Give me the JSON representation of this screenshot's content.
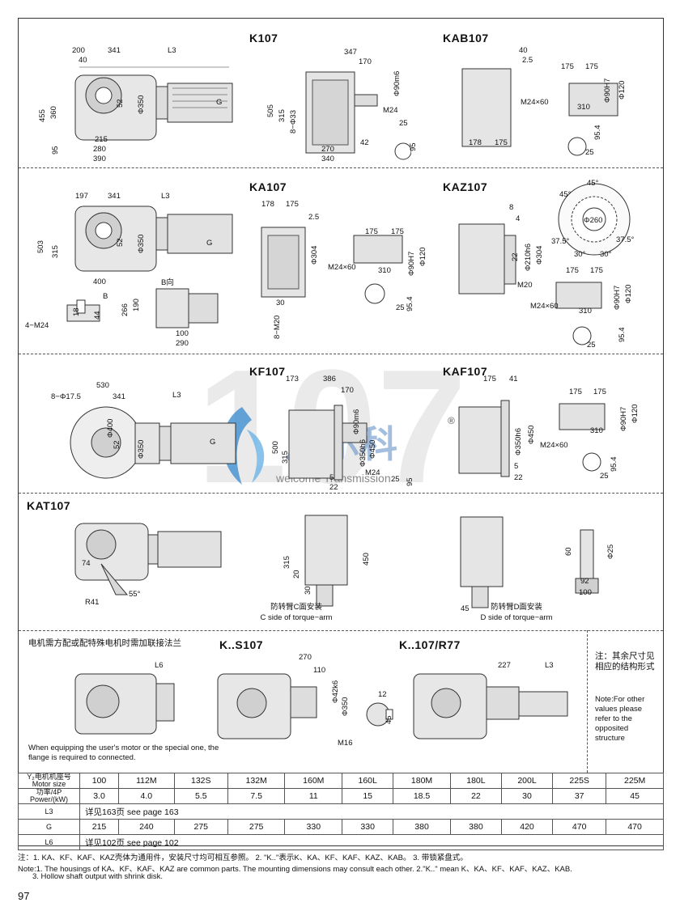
{
  "sections": {
    "k107": {
      "title": "K107",
      "dims": [
        "200",
        "341",
        "L3",
        "40",
        "455",
        "360",
        "52",
        "Φ350",
        "G",
        "95",
        "215",
        "280",
        "390"
      ]
    },
    "kab107": {
      "title": "KAB107",
      "dims": [
        "347",
        "170",
        "Φ90m6",
        "505",
        "315",
        "8−Φ33",
        "M24",
        "25",
        "95",
        "270",
        "42",
        "340",
        "40",
        "2.5",
        "175",
        "175",
        "Φ90H7",
        "Φ120",
        "M24×60",
        "310",
        "95.4",
        "178",
        "175",
        "25"
      ]
    },
    "ka107": {
      "title": "KA107",
      "dims": [
        "197",
        "341",
        "L3",
        "503",
        "315",
        "52",
        "Φ350",
        "G",
        "400",
        "B",
        "B向",
        "266",
        "190",
        "100",
        "290",
        "4−M24",
        "18",
        "44",
        "178",
        "175",
        "2.5",
        "Φ304",
        "30",
        "8−M20",
        "175",
        "175",
        "M24×60",
        "310",
        "Φ90H7",
        "Φ120",
        "25",
        "95.4"
      ]
    },
    "kaz107": {
      "title": "KAZ107",
      "dims": [
        "8",
        "4",
        "Φ210h6",
        "Φ304",
        "22",
        "M20",
        "Φ260",
        "45°",
        "45°",
        "37.5°",
        "30°",
        "30°",
        "37.5°",
        "175",
        "175",
        "M24×60",
        "310",
        "Φ90H7",
        "Φ120",
        "95.4",
        "25"
      ]
    },
    "kf107": {
      "title": "KF107",
      "dims": [
        "8−Φ17.5",
        "530",
        "341",
        "L3",
        "Φ400",
        "52",
        "Φ350",
        "G",
        "173",
        "386",
        "170",
        "Φ90m6",
        "Φ350h6",
        "Φ450",
        "500",
        "315",
        "M24",
        "25",
        "95",
        "5",
        "22"
      ]
    },
    "kaf107": {
      "title": "KAF107",
      "dims": [
        "175",
        "41",
        "Φ350h6",
        "Φ450",
        "5",
        "22",
        "175",
        "175",
        "310",
        "Φ90H7",
        "Φ120",
        "M24×60",
        "25",
        "95.4"
      ]
    },
    "kat107": {
      "title": "KAT107",
      "dims": [
        "74",
        "R41",
        "55°",
        "315",
        "450",
        "20",
        "30",
        "45",
        "60",
        "Φ25",
        "92",
        "100"
      ],
      "c_side": "防转臂C面安装",
      "c_side_en": "C side of torque−arm",
      "d_side": "防转臂D面安装",
      "d_side_en": "D side of torque−arm"
    },
    "ks107": {
      "title": "K..S107",
      "dims": [
        "270",
        "110",
        "Φ42k6",
        "Φ350",
        "12",
        "45",
        "M16"
      ]
    },
    "k107r77": {
      "title": "K..107/R77",
      "dims": [
        "227",
        "L3"
      ]
    },
    "flange": {
      "cn": "电机需方配或配特殊电机时需加联接法兰",
      "l6": "L6",
      "en": "When equipping the user's motor or the special one, the flange is required to connected."
    },
    "side_note": {
      "cn": "注：其余尺寸见相应的结构形式",
      "en": "Note:For other values please refer to the opposited structure"
    }
  },
  "table": {
    "rows": [
      {
        "label": "Y₂电机机座号 Motor size",
        "cells": [
          "100",
          "112M",
          "132S",
          "132M",
          "160M",
          "160L",
          "180M",
          "180L",
          "200L",
          "225S",
          "225M"
        ]
      },
      {
        "label": "功率/4P Power/(kW)",
        "cells": [
          "3.0",
          "4.0",
          "5.5",
          "7.5",
          "11",
          "15",
          "18.5",
          "22",
          "30",
          "37",
          "45"
        ]
      },
      {
        "label": "L3",
        "span": "详见163页   see page 163"
      },
      {
        "label": "G",
        "cells": [
          "215",
          "240",
          "275",
          "275",
          "330",
          "330",
          "380",
          "380",
          "420",
          "470",
          "470"
        ]
      },
      {
        "label": "L6",
        "span": "详见102页   see page 102"
      }
    ]
  },
  "footnotes": {
    "cn": "注：1. KA、KF、KAF、KAZ壳体为通用件，安装尺寸均可相互参照。  2. \"K..\"表示K、KA、KF、KAF、KAZ、KAB。  3. 带锁紧盘式。",
    "en1": "Note:1. The housings of KA、KF、KAF、KAZ are common parts. The mounting dimensions may consult each other.  2.\"K..\" mean K、KA、KF、KAF、KAZ、KAB.",
    "en2": "3. Hollow shaft output with shrink disk."
  },
  "page_number": "97",
  "watermark": {
    "number": "107",
    "brand": "威尔科",
    "brand_en": "welcome Transmission",
    "reg": "®"
  }
}
